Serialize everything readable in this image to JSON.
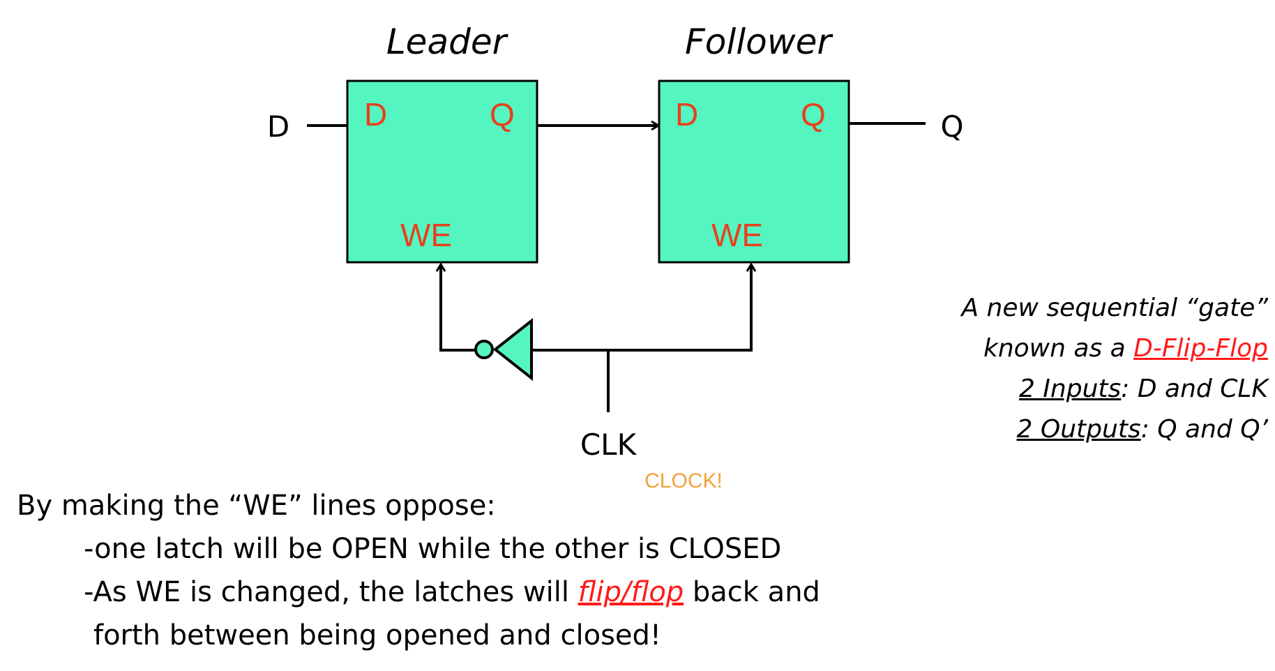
{
  "diagram": {
    "leader_title": "Leader",
    "follower_title": "Follower",
    "leader": {
      "d": "D",
      "q": "Q",
      "we": "WE"
    },
    "follower": {
      "d": "D",
      "q": "Q",
      "we": "WE"
    },
    "input_label": "D",
    "output_label": "Q",
    "clk_label": "CLK",
    "clock_note": "CLOCK!",
    "colors": {
      "block_fill": "#55f5c2",
      "port_text": "#e8401c",
      "clock_note": "#f2a13a",
      "highlight": "#ff1a1a"
    }
  },
  "side_note": {
    "line1": "A new sequential “gate”",
    "line2_pre": "known as a ",
    "line2_link": "D-Flip-Flop",
    "line3_u": "2 Inputs",
    "line3_rest": ": D and CLK",
    "line4_u": "2 Outputs",
    "line4_rest": ": Q and Q’"
  },
  "body": {
    "line1": "By making the “WE” lines oppose:",
    "line2": "-one latch will be OPEN while the other is CLOSED",
    "line3_pre": "-As WE is changed, the latches will ",
    "line3_em": "flip/flop",
    "line3_post": " back and",
    "line4": "forth between being opened and closed!"
  }
}
